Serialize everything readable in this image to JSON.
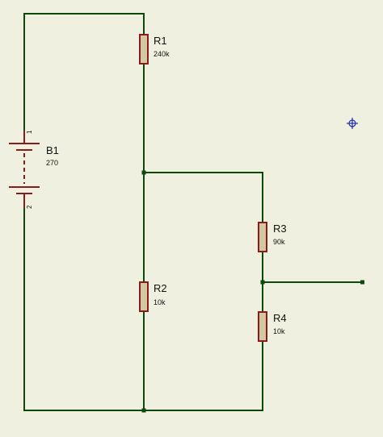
{
  "components": {
    "battery": {
      "ref": "B1",
      "value": "270",
      "pin_pos": "1",
      "pin_neg": "2"
    },
    "r1": {
      "ref": "R1",
      "value": "240k"
    },
    "r2": {
      "ref": "R2",
      "value": "10k"
    },
    "r3": {
      "ref": "R3",
      "value": "90k"
    },
    "r4": {
      "ref": "R4",
      "value": "10k"
    }
  },
  "colors": {
    "background": "#f0f0e0",
    "wire": "#0b4a0b",
    "component_outline": "#8b1a1a",
    "resistor_fill": "#d4c8a0",
    "origin_marker": "#1a2ea8"
  }
}
